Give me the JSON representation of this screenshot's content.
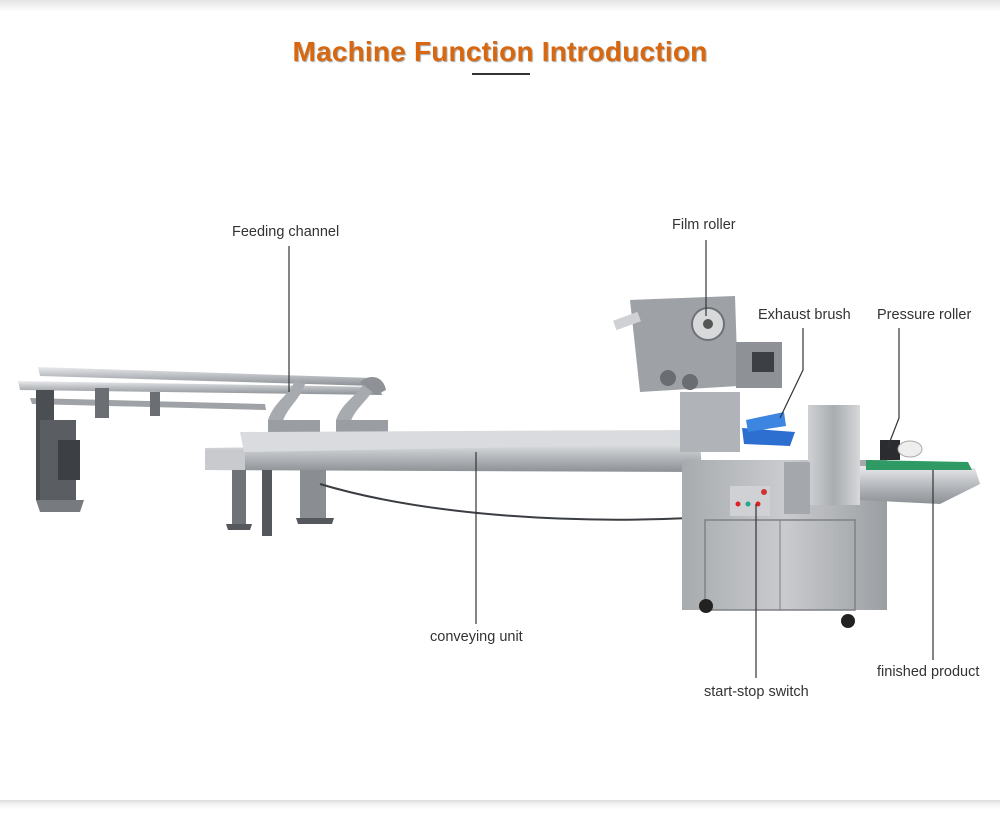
{
  "title": "Machine Function Introduction",
  "labels": {
    "feeding_channel": "Feeding channel",
    "film_roller": "Film roller",
    "exhaust_brush": "Exhaust brush",
    "pressure_roller": "Pressure roller",
    "conveying_unit": "conveying unit",
    "start_stop_switch": "start-stop switch",
    "finished_product": "finished product"
  },
  "colors": {
    "title": "#d8670f",
    "text": "#333333",
    "steel": "#b9bcc0",
    "belt": "#2f9a63"
  }
}
